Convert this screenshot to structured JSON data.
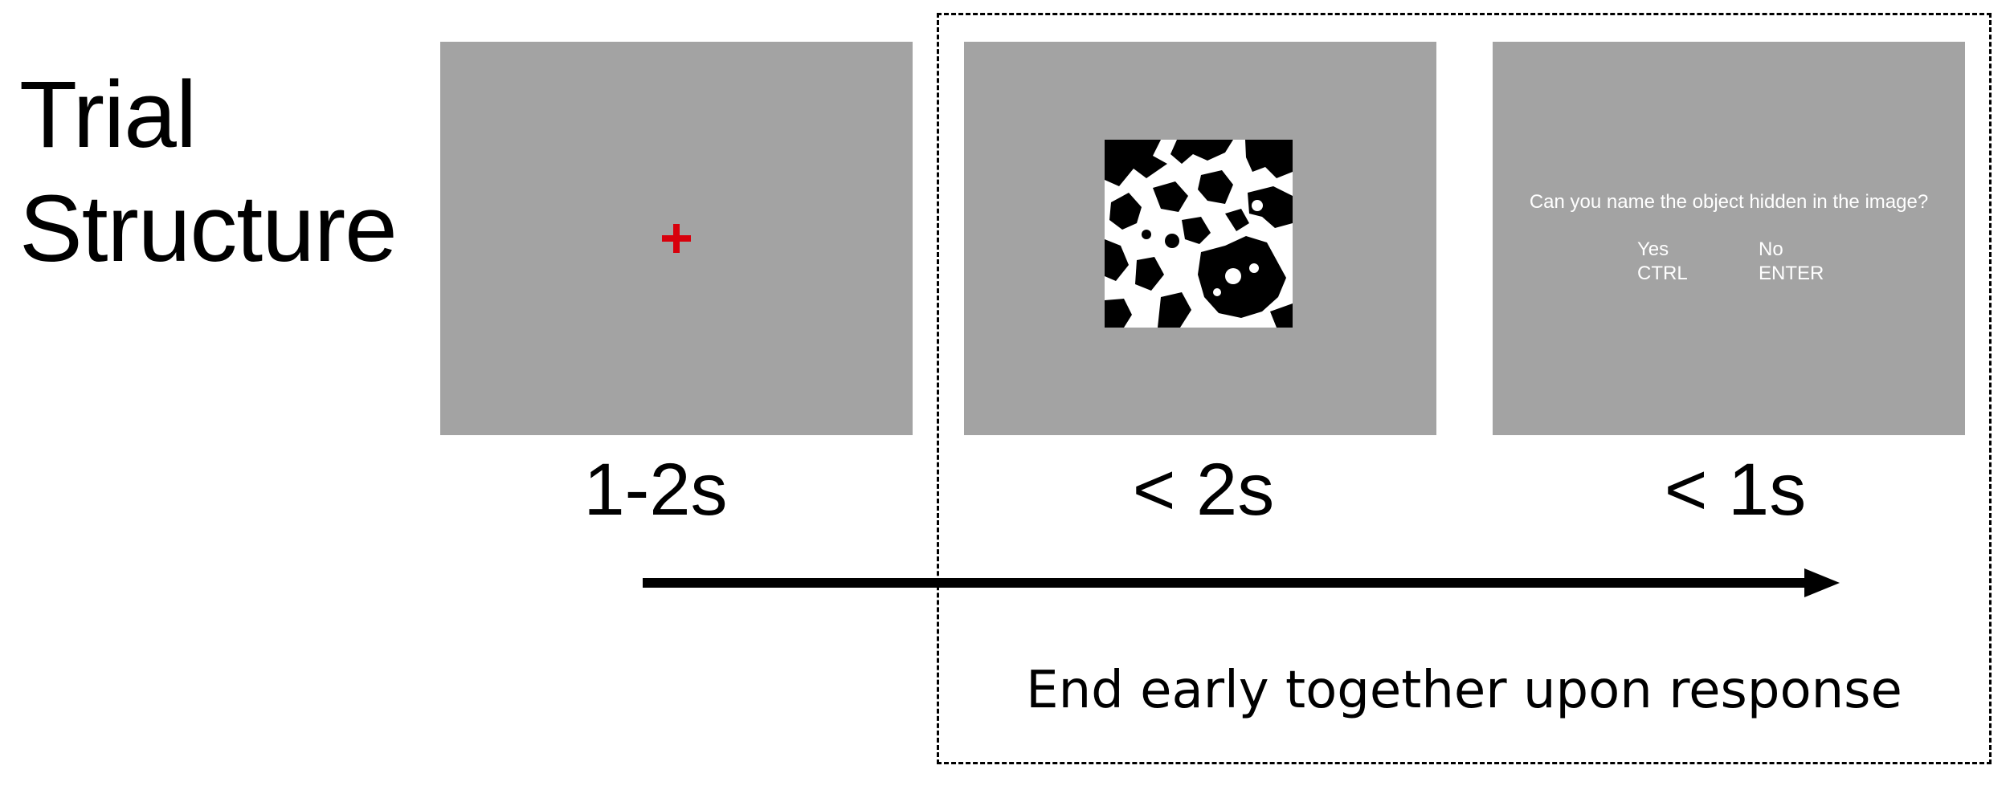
{
  "title": {
    "line1": "Trial",
    "line2": "Structure"
  },
  "screens": {
    "fixation": {
      "duration": "1-2s",
      "cross_color": "#d8000c"
    },
    "stimulus": {
      "duration": "< 2s"
    },
    "response": {
      "question": "Can you name the object hidden in the image?",
      "yes_label": "Yes",
      "yes_key": "CTRL",
      "no_label": "No",
      "no_key": "ENTER",
      "duration": "< 1s"
    }
  },
  "note": "End early together upon response",
  "colors": {
    "screen_background": "#a3a3a3",
    "fixation_cross": "#d8000c",
    "text": "#000000"
  }
}
